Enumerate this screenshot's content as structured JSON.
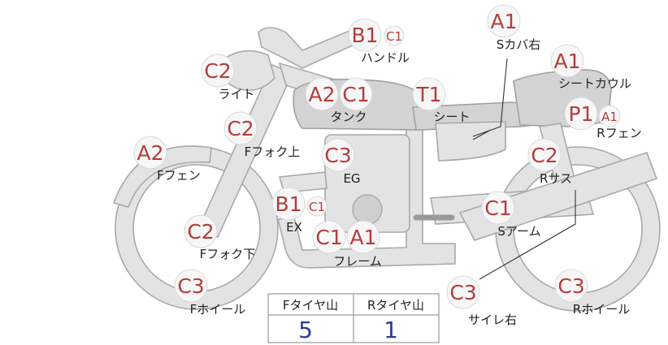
{
  "colors": {
    "grade": "#b63c3c",
    "tread_value": "#2c3e91",
    "silhouette": "#e3e3e3"
  },
  "parts": [
    {
      "label": "ハンドル",
      "grades": [
        "B1",
        "C1"
      ]
    },
    {
      "label": "Sカバ右",
      "grades": [
        "A1"
      ]
    },
    {
      "label": "ライト",
      "grades": [
        "C2"
      ]
    },
    {
      "label": "シートカウル",
      "grades": [
        "A1"
      ]
    },
    {
      "label": "タンク",
      "grades": [
        "A2",
        "C1"
      ]
    },
    {
      "label": "シート",
      "grades": [
        "T1"
      ]
    },
    {
      "label": "Rフェン",
      "grades": [
        "P1",
        "A1"
      ]
    },
    {
      "label": "Fフォク上",
      "grades": [
        "C2"
      ]
    },
    {
      "label": "EG",
      "grades": [
        "C3"
      ]
    },
    {
      "label": "Rサス",
      "grades": [
        "C2"
      ]
    },
    {
      "label": "Fフェン",
      "grades": [
        "A2"
      ]
    },
    {
      "label": "EX",
      "grades": [
        "B1",
        "C1"
      ]
    },
    {
      "label": "Sアーム",
      "grades": [
        "C1"
      ]
    },
    {
      "label": "Fフォク下",
      "grades": [
        "C2"
      ]
    },
    {
      "label": "フレーム",
      "grades": [
        "C1",
        "A1"
      ]
    },
    {
      "label": "Fホイール",
      "grades": [
        "C3"
      ]
    },
    {
      "label": "サイレ右",
      "grades": [
        "C3"
      ]
    },
    {
      "label": "Rホイール",
      "grades": [
        "C3"
      ]
    }
  ],
  "tread_table": {
    "headers": [
      "Fタイヤ山",
      "Rタイヤ山"
    ],
    "values": [
      "5",
      "1"
    ]
  }
}
